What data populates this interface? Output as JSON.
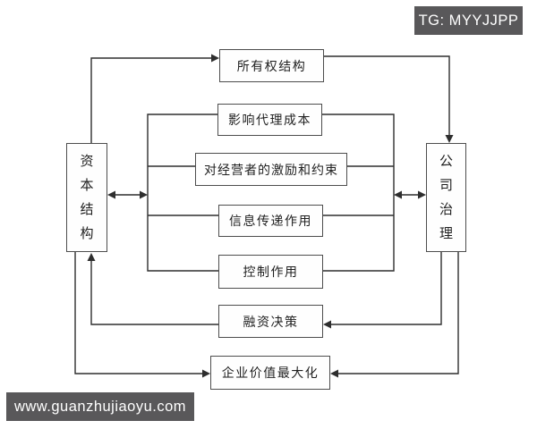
{
  "watermarks": {
    "top_right": "TG: MYYJJPP",
    "bottom_left": "www.guanzhujiaoyu.com"
  },
  "colors": {
    "background": "#ffffff",
    "line": "#2e2e2e",
    "box_border": "#4d4d4d",
    "box_text": "#1f1f1f",
    "watermark_bg": "#59585a",
    "watermark_text": "#ffffff"
  },
  "diagram": {
    "nodes": {
      "capital_structure": "资本结构",
      "corporate_governance": "公司治理",
      "ownership_structure": "所有权结构",
      "agency_cost": "影响代理成本",
      "incentive_constraint": "对经营者的激励和约束",
      "information_transfer": "信息传递作用",
      "control_function": "控制作用",
      "financing_decision": "融资决策",
      "value_maximization": "企业价值最大化"
    }
  }
}
